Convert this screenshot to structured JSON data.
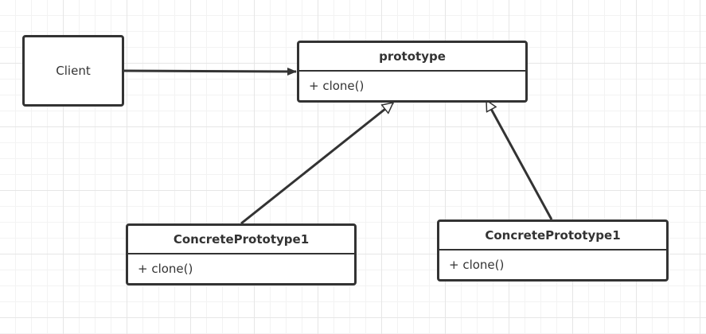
{
  "diagram": {
    "client": {
      "label": "Client"
    },
    "prototype": {
      "name": "prototype",
      "method": "+ clone()"
    },
    "concrete_1": {
      "name": "ConcretePrototype1",
      "method": "+ clone()"
    },
    "concrete_2": {
      "name": "ConcretePrototype1",
      "method": "+ clone()"
    },
    "relations": [
      {
        "from": "Client",
        "to": "prototype",
        "kind": "association"
      },
      {
        "from": "ConcretePrototype1",
        "to": "prototype",
        "kind": "generalization"
      },
      {
        "from": "ConcretePrototype1",
        "to": "prototype",
        "kind": "generalization"
      }
    ]
  },
  "colors": {
    "stroke": "#333333",
    "grid": "#e6e6e6",
    "background": "#ffffff"
  }
}
